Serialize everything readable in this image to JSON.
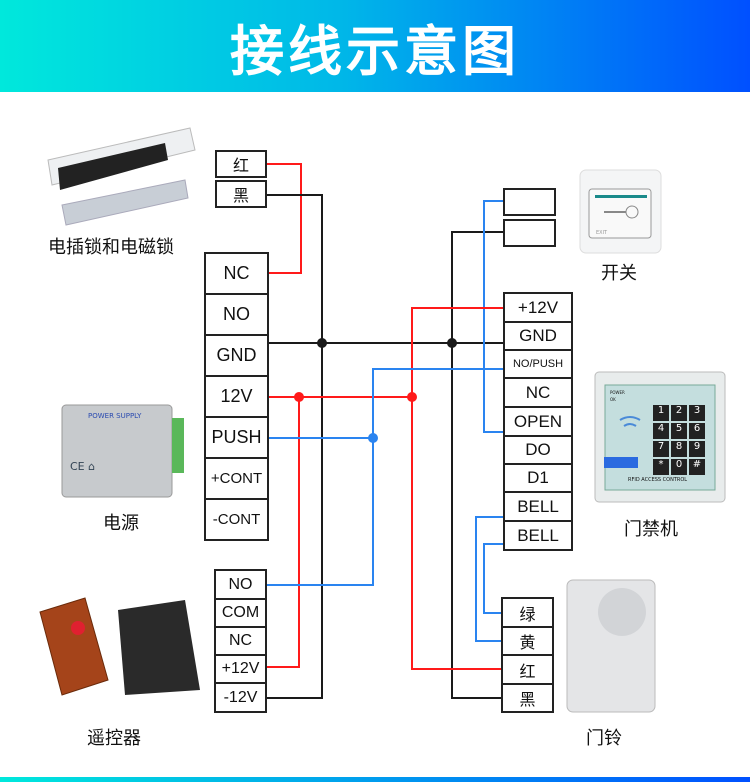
{
  "title": "接线示意图",
  "devices": {
    "lock": {
      "label": "电插锁和电磁锁",
      "wires": [
        "红",
        "黑"
      ]
    },
    "exit_switch": {
      "label": "开关",
      "plate_text": "EXIT"
    },
    "power_supply": {
      "label": "电源",
      "brand_text": "POWER SUPPLY",
      "terminals": [
        "NC",
        "NO",
        "GND",
        "12V",
        "PUSH",
        "+CONT",
        "-CONT"
      ]
    },
    "access_control": {
      "label": "门禁机",
      "panel_text": "RFID ACCESS CONTROL",
      "indicators": [
        "POWER",
        "OK"
      ],
      "keys": [
        "1",
        "2",
        "3",
        "4",
        "5",
        "6",
        "7",
        "8",
        "9",
        "*",
        "0",
        "#"
      ],
      "terminals": [
        "+12V",
        "GND",
        "NO/PUSH",
        "NC",
        "OPEN",
        "DO",
        "D1",
        "BELL",
        "BELL"
      ]
    },
    "remote": {
      "label": "遥控器",
      "terminals": [
        "NO",
        "COM",
        "NC",
        "+12V",
        "-12V"
      ]
    },
    "doorbell": {
      "label": "门铃",
      "wires": [
        "绿",
        "黄",
        "红",
        "黑"
      ]
    }
  },
  "colors": {
    "red": "#ff1a1a",
    "blue": "#2a84f0",
    "black": "#1a1a1a"
  }
}
